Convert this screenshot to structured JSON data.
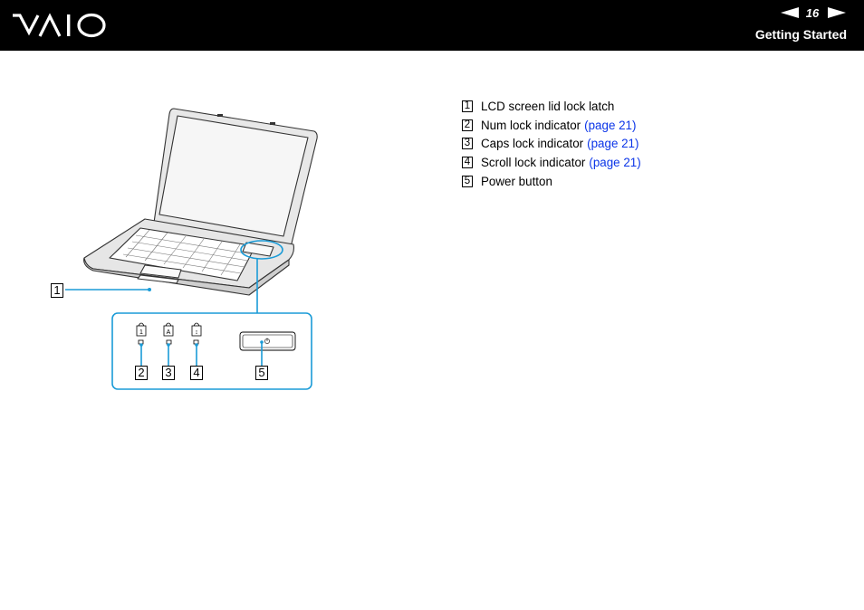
{
  "header": {
    "brand": "VAIO",
    "page_number": "16",
    "section_title": "Getting Started",
    "prev_icon": "left-arrow-icon",
    "next_icon": "right-arrow-icon"
  },
  "figure": {
    "callouts": [
      "1",
      "2",
      "3",
      "4",
      "5"
    ],
    "line_color": "#1a9bd7"
  },
  "legend": {
    "items": [
      {
        "num": "1",
        "text": "LCD screen lid lock latch",
        "link": ""
      },
      {
        "num": "2",
        "text": "Num lock indicator",
        "link": "(page 21)"
      },
      {
        "num": "3",
        "text": "Caps lock indicator",
        "link": "(page 21)"
      },
      {
        "num": "4",
        "text": "Scroll lock indicator",
        "link": "(page 21)"
      },
      {
        "num": "5",
        "text": "Power button",
        "link": ""
      }
    ]
  },
  "colors": {
    "header_bg": "#000000",
    "link": "#0b35e8",
    "callout": "#1a9bd7"
  }
}
